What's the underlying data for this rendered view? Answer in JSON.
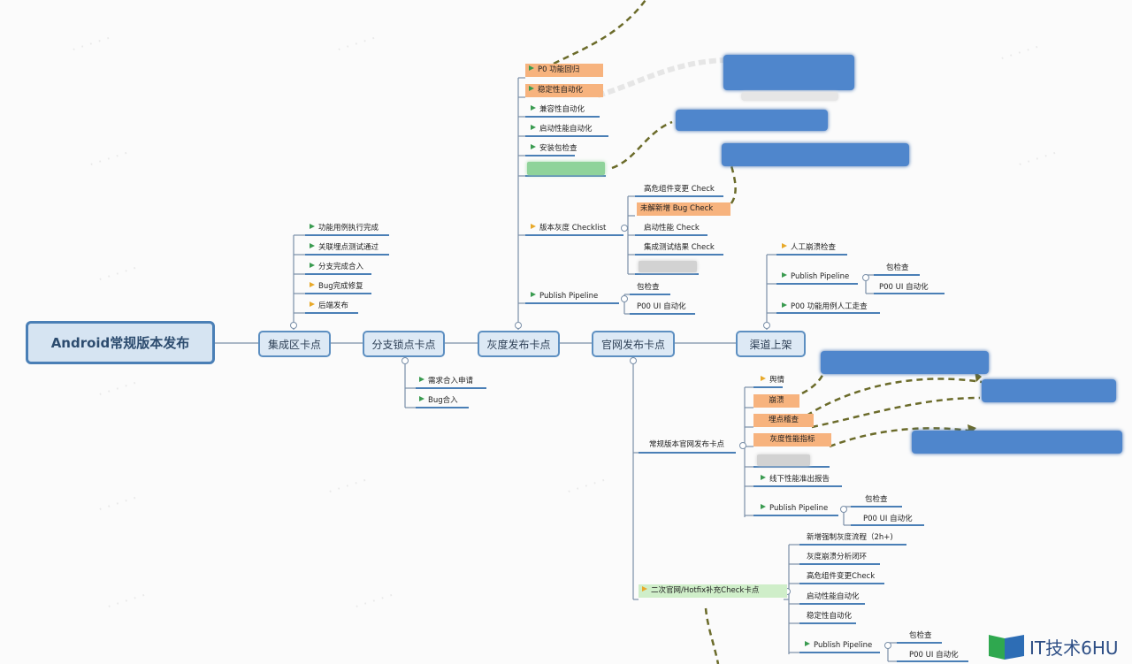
{
  "root": "Android常规版本发布",
  "main_nodes": [
    "集成区卡点",
    "分支锁点卡点",
    "灰度发布卡点",
    "官网发布卡点",
    "渠道上架"
  ],
  "jicheng": [
    "功能用例执行完成",
    "关联埋点测试通过",
    "分支完成合入",
    "Bug完成修复",
    "后端发布"
  ],
  "fenzhi": [
    "需求合入申请",
    "Bug合入"
  ],
  "huidu": [
    "P0 功能回归",
    "稳定性自动化",
    "兼容性自动化",
    "启动性能自动化",
    "安装包检查"
  ],
  "huidu_checklist": {
    "label": "版本灰度 Checklist",
    "items": [
      "高危组件变更 Check",
      "未解新增 Bug Check",
      "启动性能 Check",
      "集成测试结果 Check"
    ]
  },
  "huidu_pipeline": {
    "label": "Publish Pipeline",
    "items": [
      "包检查",
      "P00 UI 自动化"
    ]
  },
  "qudao": {
    "check": "人工崩溃检查",
    "pipeline": "Publish Pipeline",
    "pipeline_items": [
      "包检查",
      "P00 UI 自动化"
    ],
    "p00": "P00 功能用例人工走查"
  },
  "guanwang": {
    "regular_label": "常规版本官网发布卡点",
    "regular_items": [
      "舆情",
      "崩溃",
      "埋点稽查",
      "灰度性能指标"
    ],
    "offline": "线下性能准出报告",
    "pipeline": "Publish Pipeline",
    "pipeline_items": [
      "包检查",
      "P00 UI 自动化"
    ],
    "second_label": "二次官网/Hotfix补充Check卡点",
    "second_items": [
      "新增强制灰度流程（2h+)",
      "灰度崩溃分析闭环",
      "高危组件变更Check",
      "启动性能自动化",
      "稳定性自动化"
    ],
    "second_pipeline": "Publish Pipeline",
    "second_pipeline_items": [
      "包检查",
      "P00 UI 自动化"
    ]
  },
  "logo_text": "IT技术6HU",
  "colors": {
    "accent": "#4a7fb6",
    "highlight": "#f7b37e",
    "green": "#cfeec9",
    "flag_green": "#3a9b50",
    "flag_yellow": "#e8a92a",
    "link_dash": "#6b6b2a"
  }
}
